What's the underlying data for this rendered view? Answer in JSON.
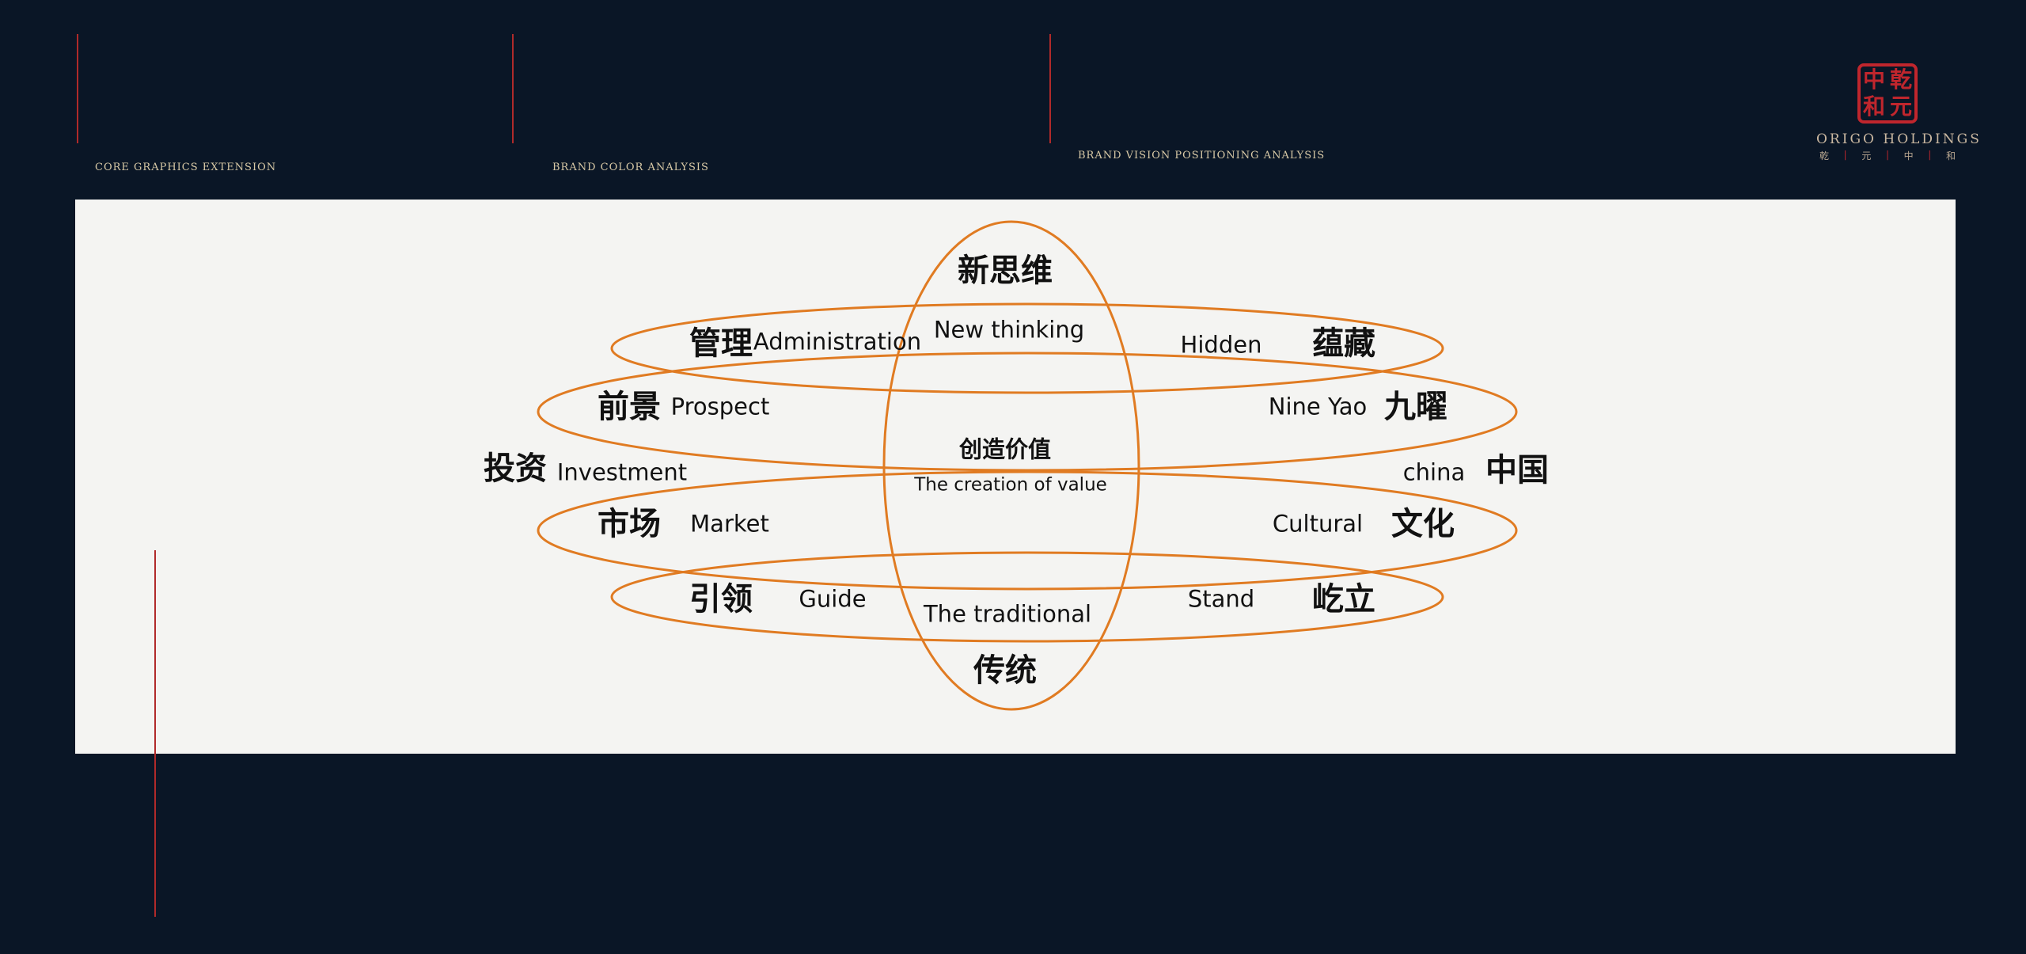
{
  "header": {
    "sections": [
      "CORE GRAPHICS EXTENSION",
      "BRAND COLOR ANALYSIS",
      "BRAND VISION POSITIONING ANALYSIS"
    ]
  },
  "logo": {
    "seal_chars": [
      "中",
      "乾",
      "和",
      "元"
    ],
    "name": "ORIGO HOLDINGS",
    "sub_chars": [
      "乾",
      "元",
      "中",
      "和"
    ]
  },
  "diagram": {
    "center": {
      "zh": "创造价值",
      "en": "The creation of value"
    },
    "top": {
      "zh": "新思维",
      "en": "New thinking"
    },
    "bottom": {
      "zh": "传统",
      "en": "The traditional"
    },
    "left": {
      "administration": {
        "zh": "管理",
        "en": "Administration"
      },
      "prospect": {
        "zh": "前景",
        "en": "Prospect"
      },
      "investment": {
        "zh": "投资",
        "en": "Investment"
      },
      "market": {
        "zh": "市场",
        "en": "Market"
      },
      "guide": {
        "zh": "引领",
        "en": "Guide"
      }
    },
    "right": {
      "hidden": {
        "en": "Hidden",
        "zh": "蕴藏"
      },
      "nine_yao": {
        "en": "Nine Yao",
        "zh": "九曜"
      },
      "china": {
        "en": "china",
        "zh": "中国"
      },
      "cultural": {
        "en": "Cultural",
        "zh": "文化"
      },
      "stand": {
        "en": "Stand",
        "zh": "屹立"
      }
    },
    "line_color": "#e07b22",
    "accent_color": "#b02a2a"
  }
}
